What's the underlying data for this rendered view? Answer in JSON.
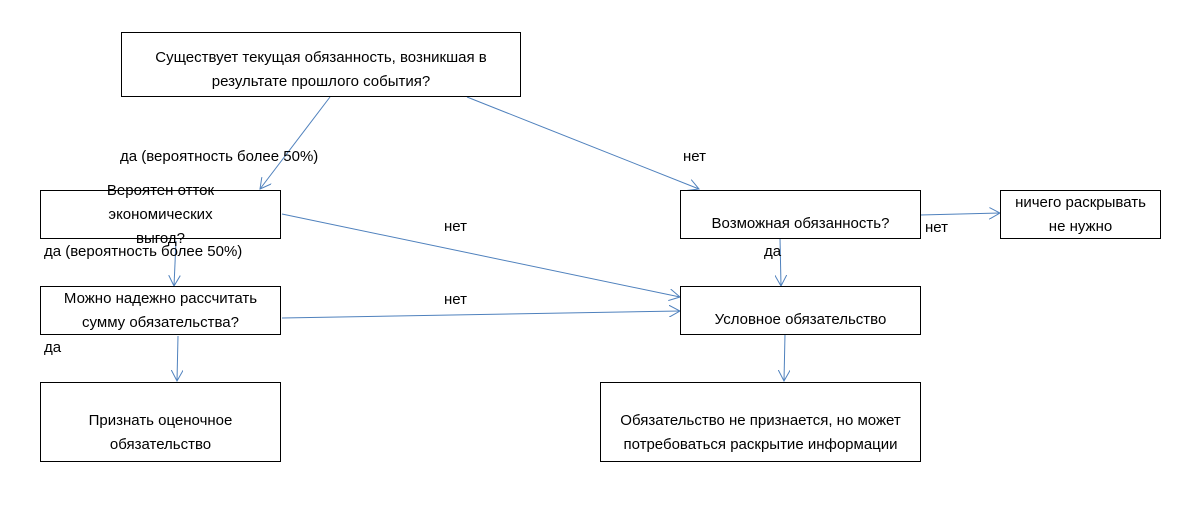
{
  "boxes": {
    "current_obligation": "Существует текущая обязанность, возникшая в результате прошлого события?",
    "outflow_probable": "Вероятен отток экономических выгод?",
    "reliable_estimate": "Можно надежно рассчитать сумму обязательства?",
    "recognize_provision": "Признать оценочное обязательство",
    "possible_obligation": "Возможная обязанность?",
    "nothing_to_disclose": "ничего раскрывать не нужно",
    "contingent_liability": "Условное обязательство",
    "not_recognized": "Обязательство не признается, но может потребоваться раскрытие информации"
  },
  "labels": {
    "yes_prob_1": "да (вероятность более 50%)",
    "no_1": "нет",
    "no_2": "нет",
    "yes_prob_2": "да (вероятность более 50%)",
    "no_3": "нет",
    "yes_1": "да",
    "no_4": "нет",
    "yes_2": "да"
  },
  "colors": {
    "arrow": "#4f81bd",
    "border": "#000000"
  }
}
